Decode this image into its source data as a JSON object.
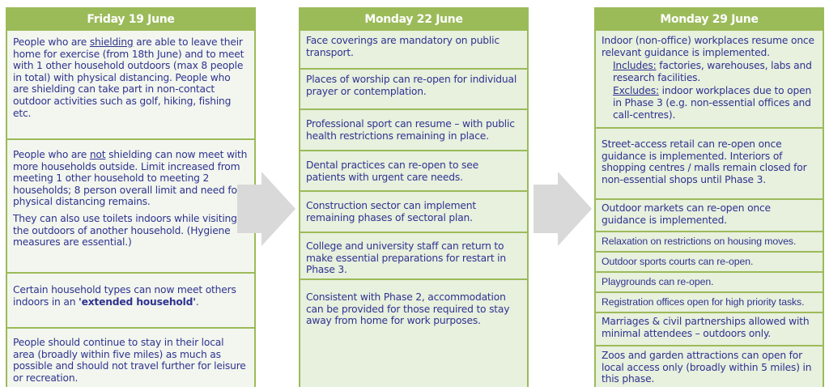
{
  "columns": [
    {
      "header": "Friday 19 June",
      "items": [
        {
          "parts": [
            "People who are ",
            "shielding",
            " are able to leave their home for exercise (from 18th June) and to meet with 1 other household outdoors (max 8 people in total) with physical distancing. People who are shielding can take part in non-contact outdoor activities such as golf, hiking, fishing etc."
          ]
        },
        {
          "parts": [
            "People who are ",
            "not",
            " shielding can now meet with more households outside. Limit increased from meeting 1 other household to meeting 2 households; 8 person overall limit and need for physical distancing remains."
          ],
          "extra": "They can also use toilets indoors while visiting the outdoors of another household. (Hygiene measures are essential.)"
        },
        {
          "parts": [
            "Certain household types can now meet others indoors in an ",
            "'extended household'",
            "."
          ]
        },
        {
          "text": "People should continue to stay in their local area (broadly within five miles) as much as possible and should not travel further for leisure or recreation."
        }
      ]
    },
    {
      "header": "Monday 22 June",
      "items": [
        "Face coverings are mandatory on public transport.",
        "Places of worship can re-open for individual prayer or contemplation.",
        "Professional sport can resume – with public health restrictions remaining in place.",
        "Dental practices can re-open to see patients with urgent care needs.",
        "Construction sector can implement remaining phases of sectoral plan.",
        "College and university staff can return to make essential preparations for restart in Phase 3.",
        "Consistent with Phase 2, accommodation can be provided for those required to stay away from home for work purposes."
      ]
    },
    {
      "header": "Monday 29 June",
      "first": {
        "text": "Indoor (non-office) workplaces resume once relevant guidance is implemented.",
        "includes_label": "Includes:",
        "includes": " factories, warehouses, labs and research facilities.",
        "excludes_label": "Excludes:",
        "excludes": " indoor workplaces due to open in Phase 3 (e.g. non-essential offices and call-centres)."
      },
      "items": [
        "Street-access retail can re-open once guidance is implemented. Interiors of shopping centres / malls remain closed for non-essential shops until Phase 3.",
        "Outdoor markets can re-open once guidance is implemented.",
        "Relaxation on restrictions on housing moves.",
        "Outdoor sports courts can re-open.",
        "Playgrounds can re-open.",
        "Registration offices open for high priority tasks.",
        "Marriages & civil partnerships allowed with minimal attendees – outdoors only.",
        "Zoos and garden attractions can open for local access only (broadly within 5 miles) in this phase."
      ]
    }
  ],
  "colors": {
    "green": "#9bbb59",
    "text": "#2e3390",
    "arrow": "#d9d9d9"
  }
}
